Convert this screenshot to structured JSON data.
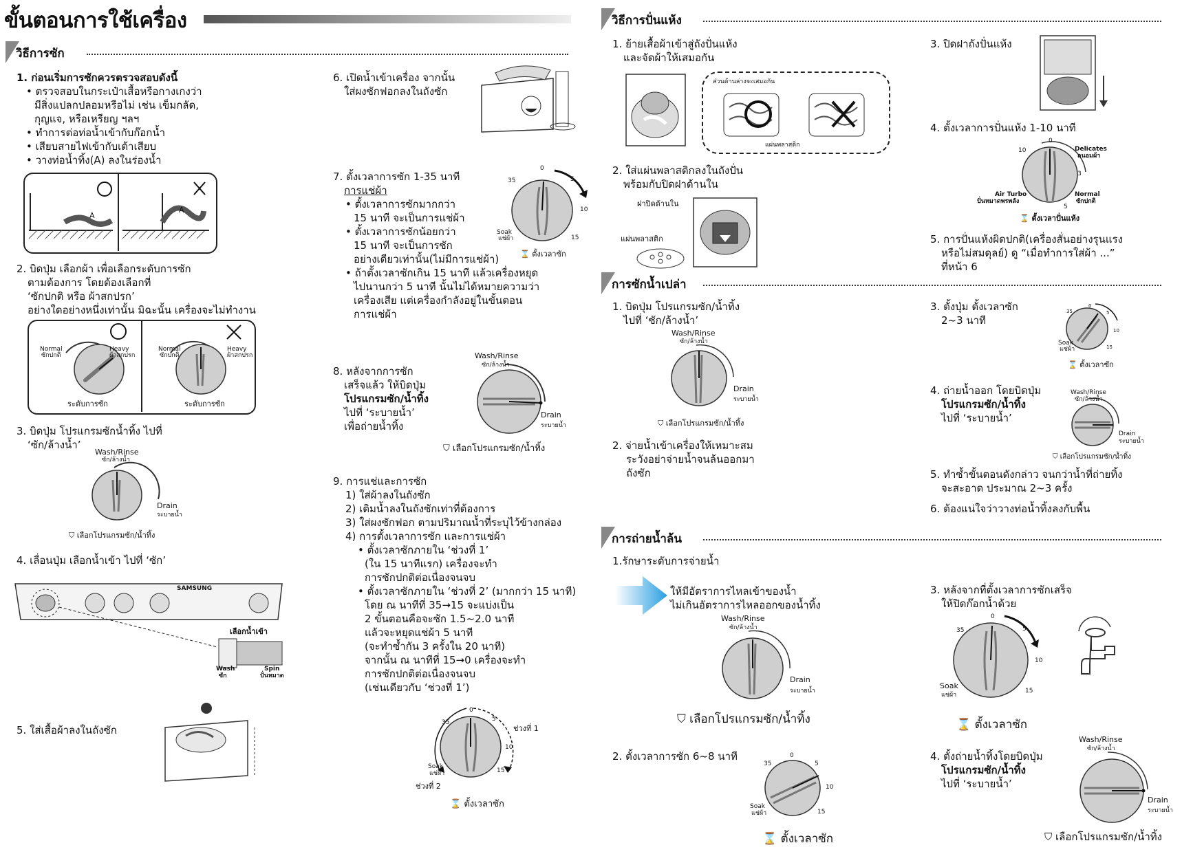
{
  "title": "ขั้นตอนการใช้เครื่อง",
  "wash": {
    "heading": "วิธีการซัก",
    "s1_title": "1. ก่อนเริ่มการซักควรตรวจสอบดังนี้",
    "s1_items": [
      "• ตรวจสอบในกระเป๋าเสื้อหรือกางเกงว่า",
      "มีสิ่งแปลกปลอมหรือไม่ เช่น เข็มกลัด,",
      "กุญแจ, หรือเหรียญ ฯลฯ",
      "• ทำการต่อท่อน้ำเข้ากับก๊อกน้ำ",
      "• เสียบสายไฟเข้ากับเต้าเสียบ",
      "• วางท่อน้ำทิ้ง(A) ลงในร่องน้ำ"
    ],
    "hose_label": "A",
    "s2_lines": [
      "2. บิดปุ่ม เลือกผ้า เพื่อเลือกระดับการซัก",
      "ตามต้องการ โดยต้องเลือกที่",
      "‘ซักปกติ หรือ ผ้าสกปรก’",
      "อย่างใดอย่างหนึ่งเท่านั้น มิฉะนั้น เครื่องจะไม่ทำงาน"
    ],
    "normal_en": "Normal",
    "normal_th": "ซักปกติ",
    "heavy_en": "Heavy",
    "heavy_th": "ผ้าสกปรก",
    "wash_level_caption": "ระดับการซัก",
    "s3_lines": [
      "3. บิดปุ่ม โปรแกรมซักน้ำทิ้ง ไปที่",
      "‘ซัก/ล้างน้ำ’"
    ],
    "wash_rinse_en": "Wash/Rinse",
    "wash_rinse_th": "ซัก/ล้างน้ำ",
    "drain_en": "Drain",
    "drain_th": "ระบายน้ำ",
    "program_caption": "เลือกโปรแกรมซัก/น้ำทิ้ง",
    "s4_line": "4. เลื่อนปุ่ม เลือกน้ำเข้า ไปที่ ‘ซัก’",
    "brand": "SAMSUNG",
    "water_in_label": "เลือกน้ำเข้า",
    "wash_en": "Wash",
    "wash_th": "ซัก",
    "spin_en": "Spin",
    "spin_th": "ปั่นหมาด",
    "s5_line": "5. ใส่เสื้อผ้าลงในถังซัก",
    "s6_lines": [
      "6. เปิดน้ำเข้าเครื่อง จากนั้น",
      "ใส่ผงซักฟอกลงในถังซัก"
    ],
    "s7_lines": [
      "7. ตั้งเวลาการซัก 1-35 นาที",
      "การแช่ผ้า",
      "• ตั้งเวลาการซักมากกว่า",
      "15 นาที จะเป็นการแช่ผ้า",
      "• ตั้งเวลาการซักน้อยกว่า",
      "15 นาที จะเป็นการซัก",
      "อย่างเดียวเท่านั้น(ไม่มีการแช่ผ้า)",
      "• ถ้าตั้งเวลาซักเกิน 15 นาที แล้วเครื่องหยุด",
      "ไปนานกว่า 5 นาที นั้นไม่ได้หมายความว่า",
      "เครื่องเสีย แต่เครื่องกำลังอยู่ในขั้นตอน",
      "การแช่ผ้า"
    ],
    "timer_caption": "ตั้งเวลาซัก",
    "soak_en": "Soak",
    "soak_th": "แช่ผ้า",
    "s8_lines": [
      "8. หลังจากการซัก",
      "เสร็จแล้ว ให้บิดปุ่ม",
      "โปรแกรมซัก/น้ำทิ้ง",
      "ไปที่ ‘ระบายน้ำ’",
      "เพื่อถ่ายน้ำทิ้ง"
    ],
    "s9_lines": [
      "9. การแช่และการซัก",
      "1) ใส่ผ้าลงในถังซัก",
      "2) เติมน้ำลงในถังซักเท่าที่ต้องการ",
      "3) ใส่ผงซักฟอก ตามปริมาณน้ำที่ระบุไว้ข้างกล่อง",
      "4) การตั้งเวลาการซัก และการแช่ผ้า",
      "• ตั้งเวลาซักภายใน ‘ช่วงที่ 1’",
      "(ใน 15 นาทีแรก) เครื่องจะทำ",
      "การซักปกติต่อเนื่องจนจบ",
      "• ตั้งเวลาซักภายใน ‘ช่วงที่ 2’ (มากกว่า 15 นาที)",
      "โดย ณ นาทีที่ 35→15 จะแบ่งเป็น",
      "2 ขั้นตอนคือจะซัก 1.5~2.0 นาที",
      "แล้วจะหยุดแช่ผ้า 5 นาที",
      "(จะทำซ้ำกัน 3 ครั้งใน 20 นาที)",
      "จากนั้น ณ นาทีที่ 15→0 เครื่องจะทำ",
      "การซักปกติต่อเนื่องจนจบ",
      "(เช่นเดียวกับ ‘ช่วงที่ 1’)"
    ],
    "range1": "ช่วงที่ 1",
    "range2": "ช่วงที่ 2"
  },
  "dry": {
    "heading": "วิธีการปั่นแห้ง",
    "s1_lines": [
      "1. ย้ายเสื้อผ้าเข้าสู่ถังปั่นแห้ง",
      "และจัดผ้าให้เสมอกัน"
    ],
    "even_label": "ส่วนด้านล่างจะเสมอกัน",
    "plate_label": "แผ่นพลาสติก",
    "s2_lines": [
      "2. ใส่แผ่นพลาสติกลงในถังปั่น",
      "พร้อมกับปิดฝาด้านใน"
    ],
    "inner_lid_label": "ฝาปิดด้านใน",
    "s3_line": "3. ปิดฝาถังปั่นแห้ง",
    "s4_line": "4. ตั้งเวลาการปั่นแห้ง 1-10 นาที",
    "delicates_en": "Delicates",
    "delicates_th": "ถนอมผ้า",
    "airturbo_en": "Air Turbo",
    "airturbo_th": "ปั่นหมาดพรพลัง",
    "spin_timer_caption": "ตั้งเวลาปั่นแห้ง",
    "s5_lines": [
      "5. การปั่นแห้งผิดปกติ(เครื่องสั่นอย่างรุนแรง",
      "หรือไม่สมดุลย์) ดู “เมื่อทำการใส่ผ้า ...”",
      "ที่หน้า 6"
    ]
  },
  "rinse": {
    "heading": "การซักน้ำเปล่า",
    "s1_lines": [
      "1. บิดปุ่ม โปรแกรมซัก/น้ำทิ้ง",
      "ไปที่ ‘ซัก/ล้างน้ำ’"
    ],
    "s2_lines": [
      "2. จ่ายน้ำเข้าเครื่องให้เหมาะสม",
      "ระวังอย่าจ่ายน้ำจนล้นออกมา",
      "ถังซัก"
    ],
    "s3_lines": [
      "3. ตั้งปุ่ม ตั้งเวลาซัก",
      "2~3 นาที"
    ],
    "s4_lines": [
      "4. ถ่ายน้ำออก โดยบิดปุ่ม",
      "โปรแกรมซัก/น้ำทิ้ง",
      "ไปที่ ‘ระบายน้ำ’"
    ],
    "s5_lines": [
      "5. ทำซ้ำขั้นตอนดังกล่าว จนกว่าน้ำที่ถ่ายทิ้ง",
      "จะสะอาด ประมาณ 2~3 ครั้ง"
    ],
    "s6_line": "6. ต้องแน่ใจว่าวางท่อน้ำทิ้งลงกับพื้น"
  },
  "overflow": {
    "heading": "การถ่ายน้ำล้น",
    "s1_line": "1.รักษาระดับการจ่ายน้ำ",
    "s1_note": [
      "ให้มีอัตราการไหลเข้าของน้ำ",
      "ไม่เกินอัตราการไหลออกของน้ำทิ้ง"
    ],
    "s2_line": "2. ตั้งเวลาการซัก 6~8 นาที",
    "s3_lines": [
      "3. หลังจากที่ตั้งเวลาการซักเสร็จ",
      "ให้ปิดก๊อกน้ำด้วย"
    ],
    "s4_lines": [
      "4. ตั้งถ่ายน้ำทิ้งโดยบิดปุ่ม",
      "โปรแกรมซัก/น้ำทิ้ง",
      "ไปที่ ‘ระบายน้ำ’"
    ]
  },
  "ticks": {
    "t0": "0",
    "t5": "5",
    "t10": "10",
    "t15": "15",
    "t35": "35",
    "t3": "3"
  },
  "colors": {
    "dial_fill": "#cfcfcf",
    "section_tri": "#888888",
    "arrow_blue": "#2a9fe0"
  }
}
